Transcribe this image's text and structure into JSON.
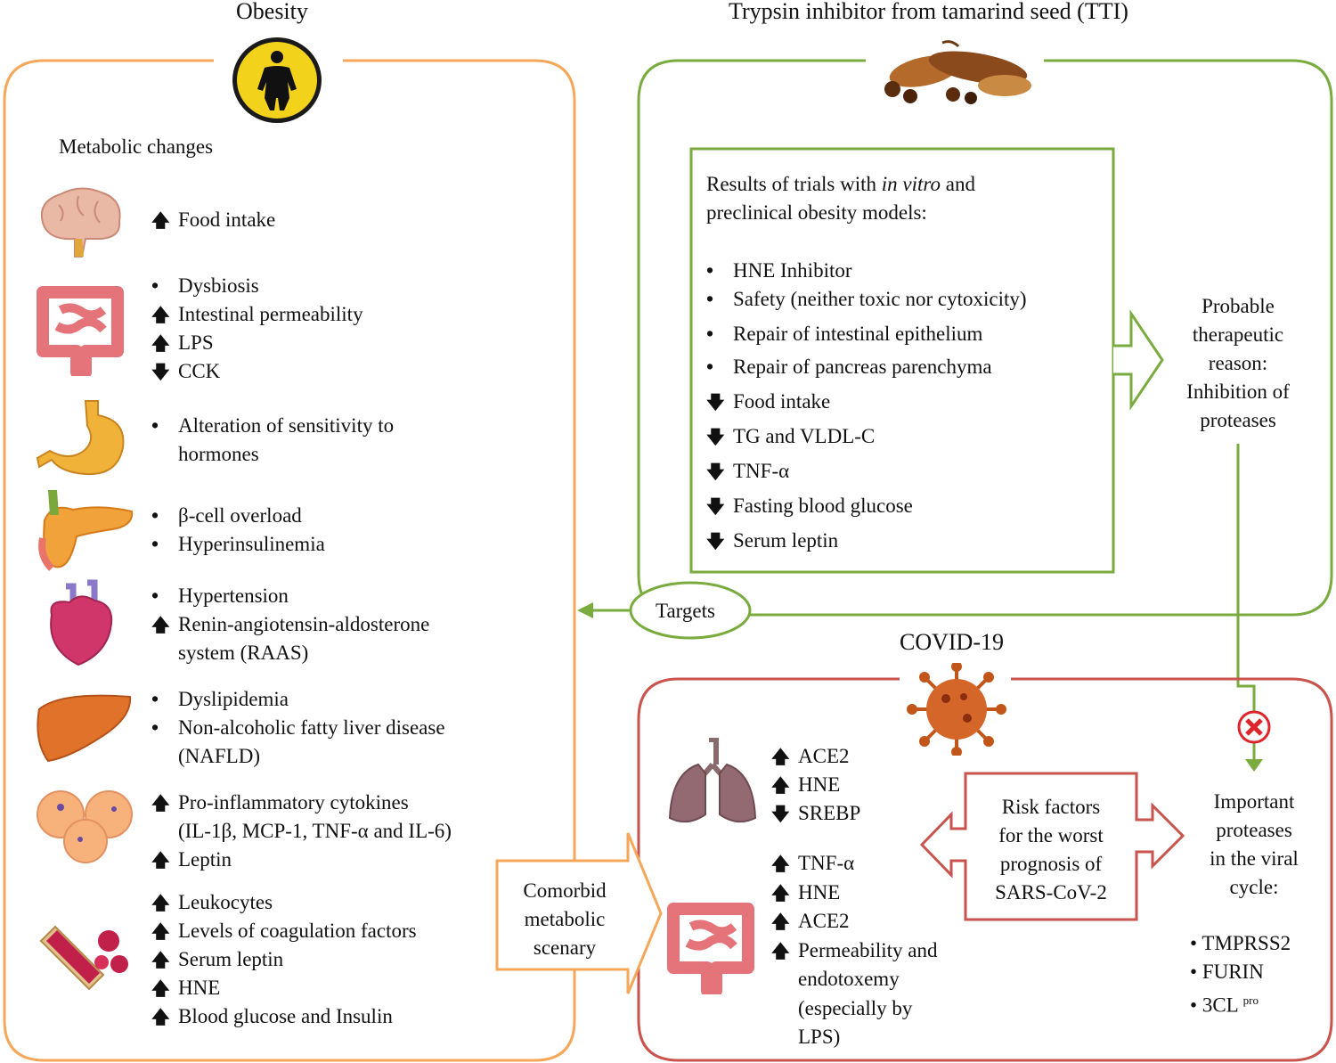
{
  "colors": {
    "obesity_border": "#f5a75a",
    "tti_border": "#7aab3f",
    "covid_border": "#c9534d",
    "risk_arrow": "#c9534d",
    "comorbid_arrow": "#f5a75a",
    "green_arrow": "#7aab3f"
  },
  "icons": [
    "obesity-person-icon",
    "tamarind-seed-icon",
    "brain-icon",
    "intestine-icon",
    "stomach-icon",
    "pancreas-icon",
    "heart-icon",
    "liver-icon",
    "adipocyte-icon",
    "blood-vessel-icon",
    "coronavirus-icon",
    "lungs-icon",
    "intestine-icon",
    "blocked-x-icon"
  ],
  "obesity": {
    "title": "Obesity",
    "subtitle": "Metabolic changes",
    "groups": [
      {
        "organ": "brain",
        "lines": [
          {
            "marker": "up",
            "text": "Food intake"
          }
        ]
      },
      {
        "organ": "intestine",
        "lines": [
          {
            "marker": "bullet",
            "text": "Dysbiosis"
          },
          {
            "marker": "up",
            "text": "Intestinal permeability"
          },
          {
            "marker": "up",
            "text": "LPS"
          },
          {
            "marker": "down",
            "text": "CCK"
          }
        ]
      },
      {
        "organ": "stomach",
        "lines": [
          {
            "marker": "bullet",
            "text": "Alteration of sensitivity to"
          },
          {
            "marker": "none",
            "text": "hormones"
          }
        ]
      },
      {
        "organ": "pancreas",
        "lines": [
          {
            "marker": "bullet",
            "text": "β-cell overload"
          },
          {
            "marker": "bullet",
            "text": "Hyperinsulinemia"
          }
        ]
      },
      {
        "organ": "heart",
        "lines": [
          {
            "marker": "bullet",
            "text": "Hypertension"
          },
          {
            "marker": "up",
            "text": "Renin-angiotensin-aldosterone"
          },
          {
            "marker": "none",
            "text": "system (RAAS)"
          }
        ]
      },
      {
        "organ": "liver",
        "lines": [
          {
            "marker": "bullet",
            "text": "Dyslipidemia"
          },
          {
            "marker": "bullet",
            "text": "Non-alcoholic fatty liver disease"
          },
          {
            "marker": "none",
            "text": "(NAFLD)"
          }
        ]
      },
      {
        "organ": "adipocytes",
        "lines": [
          {
            "marker": "up",
            "text": "Pro-inflammatory cytokines"
          },
          {
            "marker": "none",
            "text": "(IL-1β, MCP-1, TNF-α and IL-6)"
          },
          {
            "marker": "up",
            "text": "Leptin"
          }
        ]
      },
      {
        "organ": "blood",
        "lines": [
          {
            "marker": "up",
            "text": "Leukocytes"
          },
          {
            "marker": "up",
            "text": "Levels of coagulation factors"
          },
          {
            "marker": "up",
            "text": "Serum leptin"
          },
          {
            "marker": "up",
            "text": "HNE"
          },
          {
            "marker": "up",
            "text": "Blood glucose and Insulin"
          }
        ]
      }
    ]
  },
  "tti": {
    "title": "Trypsin inhibitor from tamarind seed (TTI)",
    "results_intro_1": "Results of trials with ",
    "results_intro_italic": "in vitro",
    "results_intro_2": " and",
    "results_intro_line2": "preclinical obesity models:",
    "results": [
      {
        "marker": "bullet",
        "text": "HNE Inhibitor"
      },
      {
        "marker": "bullet",
        "text": "Safety (neither toxic nor cytoxicity)"
      },
      {
        "marker": "bullet",
        "text": "Repair of intestinal epithelium"
      },
      {
        "marker": "bullet",
        "text": "Repair of pancreas parenchyma"
      },
      {
        "marker": "down",
        "text": "Food intake"
      },
      {
        "marker": "down",
        "text": "TG and VLDL-C"
      },
      {
        "marker": "down",
        "text": "TNF-α"
      },
      {
        "marker": "down",
        "text": "Fasting blood glucose"
      },
      {
        "marker": "down",
        "text": "Serum leptin"
      }
    ],
    "reason_lines": [
      "Probable",
      "therapeutic",
      "reason:",
      "Inhibition of",
      "proteases"
    ],
    "targets_label": "Targets"
  },
  "covid": {
    "title": "COVID-19",
    "lung_lines": [
      {
        "marker": "up",
        "text": "ACE2"
      },
      {
        "marker": "up",
        "text": "HNE"
      },
      {
        "marker": "down",
        "text": "SREBP"
      }
    ],
    "gut_lines": [
      {
        "marker": "up",
        "text": "TNF-α"
      },
      {
        "marker": "up",
        "text": "HNE"
      },
      {
        "marker": "up",
        "text": "ACE2"
      },
      {
        "marker": "up",
        "text": "Permeability and"
      },
      {
        "marker": "none",
        "text": "endotoxemy"
      },
      {
        "marker": "none",
        "text": "(especially by"
      },
      {
        "marker": "none",
        "text": "LPS)"
      }
    ],
    "risk_lines": [
      "Risk factors",
      "for the worst",
      "prognosis of",
      "SARS-CoV-2"
    ],
    "proteases_lines": [
      "Important",
      "proteases",
      "in the viral",
      "cycle:"
    ],
    "proteases": [
      {
        "text": "TMPRSS2",
        "sup": ""
      },
      {
        "text": "FURIN",
        "sup": ""
      },
      {
        "text": "3CL ",
        "sup": "pro"
      }
    ]
  },
  "comorbid_lines": [
    "Comorbid",
    "metabolic",
    "scenary"
  ]
}
